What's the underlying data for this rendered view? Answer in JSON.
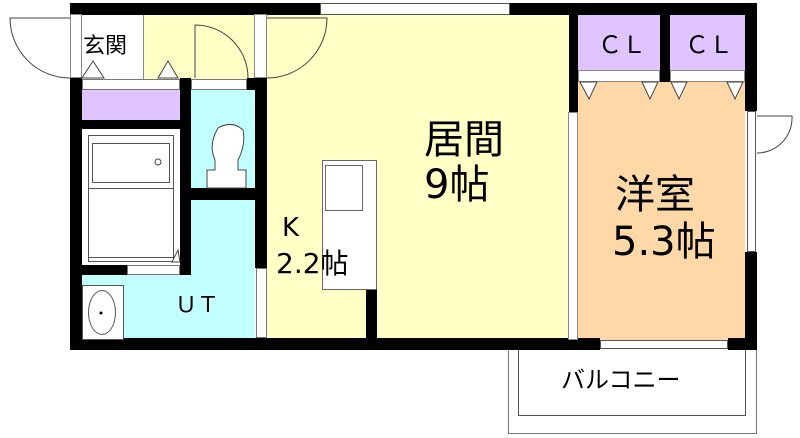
{
  "colors": {
    "wall": "#000000",
    "living": "#FFFFC6",
    "western_room": "#FFD8A8",
    "closet": "#DFC4FF",
    "wet_area": "#C2FFFF",
    "entrance": "#FFFFFF",
    "balcony": "#FFFFFF"
  },
  "rooms": {
    "entrance": {
      "label": "玄関"
    },
    "living": {
      "name": "居間",
      "size": "9帖"
    },
    "kitchen": {
      "name": "K",
      "size": "2.2帖"
    },
    "western": {
      "name": "洋室",
      "size": "5.3帖"
    },
    "closet_1": {
      "label": "ＣＬ"
    },
    "closet_2": {
      "label": "ＣＬ"
    },
    "utility": {
      "label": "ＵＴ"
    },
    "balcony": {
      "label": "バルコニー"
    }
  },
  "fixtures": [
    "bathtub",
    "toilet",
    "washbasin",
    "kitchen-counter",
    "sink",
    "shoe-cabinet"
  ]
}
